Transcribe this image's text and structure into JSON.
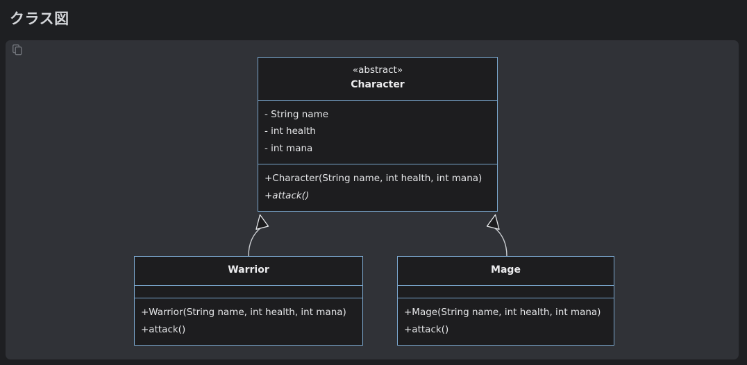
{
  "header": {
    "title": "クラス図"
  },
  "panel": {
    "copy_icon": "copy-icon"
  },
  "diagram": {
    "type": "uml-class-diagram",
    "classes": [
      {
        "id": "character",
        "name": "Character",
        "stereotype": "«abstract»",
        "is_abstract": true,
        "attributes": [
          "- String name",
          "- int health",
          "- int mana"
        ],
        "methods": [
          {
            "text": "+Character(String name, int health, int mana)",
            "abstract": false
          },
          {
            "text": "+attack()",
            "abstract": true
          }
        ]
      },
      {
        "id": "warrior",
        "name": "Warrior",
        "stereotype": "",
        "is_abstract": false,
        "attributes": [],
        "methods": [
          {
            "text": "+Warrior(String name, int health, int mana)",
            "abstract": false
          },
          {
            "text": "+attack()",
            "abstract": false
          }
        ]
      },
      {
        "id": "mage",
        "name": "Mage",
        "stereotype": "",
        "is_abstract": false,
        "attributes": [],
        "methods": [
          {
            "text": "+Mage(String name, int health, int mana)",
            "abstract": false
          },
          {
            "text": "+attack()",
            "abstract": false
          }
        ]
      }
    ],
    "relations": [
      {
        "type": "inheritance",
        "from": "warrior",
        "to": "character",
        "label": ""
      },
      {
        "type": "inheritance",
        "from": "mage",
        "to": "character",
        "label": ""
      }
    ]
  },
  "colors": {
    "page_background": "#1e1f22",
    "panel_background": "#303237",
    "box_background": "#1d1d1f",
    "box_border": "#7ba8cf",
    "text": "#e6e7e9",
    "relation_line": "#cfd2d6"
  }
}
